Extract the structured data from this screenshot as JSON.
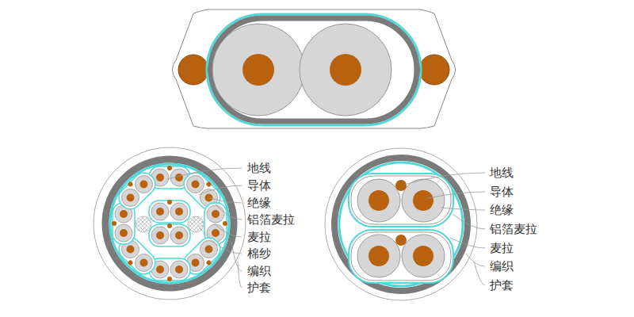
{
  "diagram": {
    "labels": [
      "地线",
      "导体",
      "绝缘",
      "铝箔麦拉",
      "麦拉",
      "棉纱",
      "编织",
      "护套",
      "地线",
      "导体",
      "绝缘",
      "铝箔麦拉",
      "麦拉",
      "编织",
      "护套"
    ]
  }
}
